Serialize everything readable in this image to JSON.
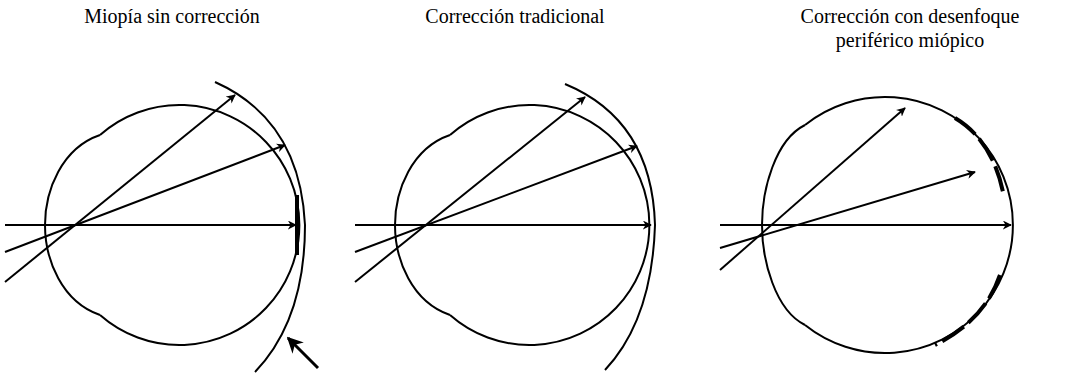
{
  "diagram": {
    "labels": [
      "Miopía sin corrección",
      "Corrección tradicional",
      "Corrección con desenfoque periférico miópico"
    ]
  }
}
